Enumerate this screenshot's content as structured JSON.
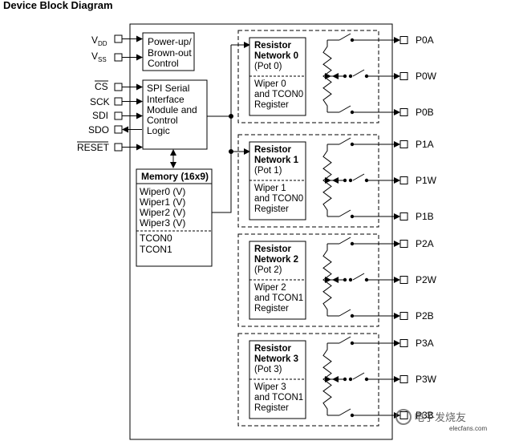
{
  "title": "Device Block Diagram",
  "left_pins": [
    {
      "name": "V",
      "sub": "DD"
    },
    {
      "name": "V",
      "sub": "SS"
    },
    {
      "name": "CS",
      "overline": true
    },
    {
      "name": "SCK"
    },
    {
      "name": "SDI"
    },
    {
      "name": "SDO"
    },
    {
      "name": "RESET",
      "overline": true
    }
  ],
  "power_block": {
    "lines": [
      "Power-up/",
      "Brown-out",
      "Control"
    ]
  },
  "spi_block": {
    "lines": [
      "SPI Serial",
      "Interface",
      "Module and",
      "Control",
      "Logic"
    ]
  },
  "memory_block": {
    "title": "Memory (16x9)",
    "wipers": [
      "Wiper0 (V)",
      "Wiper1 (V)",
      "Wiper2 (V)",
      "Wiper3 (V)"
    ],
    "tcon": [
      "TCON0",
      "TCON1"
    ]
  },
  "networks": [
    {
      "title": [
        "Resistor",
        "Network 0"
      ],
      "pot": "(Pot 0)",
      "reg": [
        "Wiper 0",
        "and TCON0",
        "Register"
      ],
      "pins": [
        "P0A",
        "P0W",
        "P0B"
      ]
    },
    {
      "title": [
        "Resistor",
        "Network 1"
      ],
      "pot": "(Pot 1)",
      "reg": [
        "Wiper 1",
        "and TCON0",
        "Register"
      ],
      "pins": [
        "P1A",
        "P1W",
        "P1B"
      ]
    },
    {
      "title": [
        "Resistor",
        "Network 2"
      ],
      "pot": "(Pot 2)",
      "reg": [
        "Wiper 2",
        "and TCON1",
        "Register"
      ],
      "pins": [
        "P2A",
        "P2W",
        "P2B"
      ]
    },
    {
      "title": [
        "Resistor",
        "Network 3"
      ],
      "pot": "(Pot 3)",
      "reg": [
        "Wiper 3",
        "and TCON1",
        "Register"
      ],
      "pins": [
        "P3A",
        "P3W",
        "P3B"
      ]
    }
  ],
  "watermark": "电子发烧友",
  "watermark_sub": "elecfans.com"
}
